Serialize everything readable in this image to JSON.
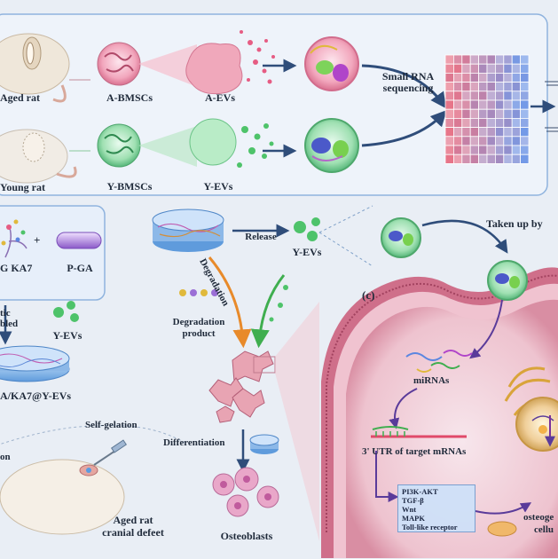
{
  "panel_a": {
    "aged_rat": "Aged rat",
    "a_bmscs": "A-BMSCs",
    "a_evs": "A-EVs",
    "young_rat": "Young rat",
    "y_bmscs": "Y-BMSCs",
    "y_evs": "Y-EVs",
    "sequencing_line1": "Small RNA",
    "sequencing_line2": "sequencing"
  },
  "panel_b": {
    "g_ka7": "G KA7",
    "p_ga": "P-GA",
    "plus": "+",
    "assembled_line1": "tic",
    "assembled_line2": "bled",
    "y_evs": "Y-EVs",
    "hydrogel": "A/KA7@Y-EVs",
    "self_gelation": "Self-gelation",
    "injection": "on",
    "aged_defect_line1": "Aged rat",
    "aged_defect_line2": "cranial defeet",
    "release": "Release",
    "y_evs_released": "Y-EVs",
    "degradation": "Degradation",
    "degradation_product_line1": "Degradation",
    "degradation_product_line2": "product",
    "differentiation": "Differentiation",
    "osteoblasts": "Osteoblasts"
  },
  "panel_c": {
    "label": "(c)",
    "taken_up": "Taken up by",
    "mirnas": "miRNAs",
    "utr": "3' UTR of target mRNAs",
    "pathways": [
      "PI3K-AKT",
      "TGF-β",
      "Wnt",
      "MAPK",
      "Toll-like receptor"
    ],
    "osteo_line1": "osteoge",
    "osteo_line2": "cellu"
  },
  "colors": {
    "background": "#e9eef5",
    "panel_border": "#8fb3de",
    "arrow": "#2f4d7a",
    "cell_membrane": "#c9607a",
    "cytoplasm": "#f3d7df",
    "heatmap_high": "#e0506a",
    "heatmap_low": "#4f7fe0",
    "green_ev": "#4ec36a",
    "pink_ev": "#e65c83",
    "gold_organelle": "#d9a43a"
  }
}
